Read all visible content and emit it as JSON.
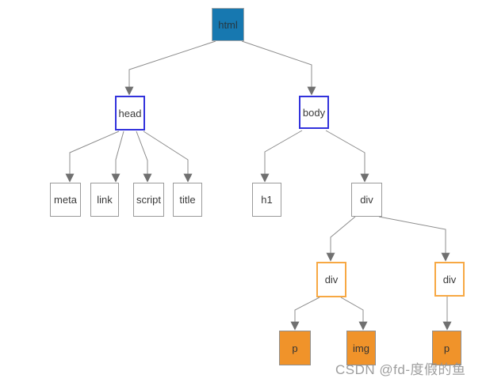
{
  "diagram": {
    "type": "dom-tree",
    "nodes": [
      {
        "id": "html",
        "label": "html",
        "role": "root"
      },
      {
        "id": "head",
        "label": "head",
        "role": "section"
      },
      {
        "id": "body",
        "label": "body",
        "role": "section"
      },
      {
        "id": "meta",
        "label": "meta",
        "role": "leaf"
      },
      {
        "id": "link",
        "label": "link",
        "role": "leaf"
      },
      {
        "id": "script",
        "label": "script",
        "role": "leaf"
      },
      {
        "id": "title",
        "label": "title",
        "role": "leaf"
      },
      {
        "id": "h1",
        "label": "h1",
        "role": "leaf"
      },
      {
        "id": "div",
        "label": "div",
        "role": "container"
      },
      {
        "id": "div-left",
        "label": "div",
        "role": "sub-container"
      },
      {
        "id": "div-right",
        "label": "div",
        "role": "sub-container"
      },
      {
        "id": "p-left",
        "label": "p",
        "role": "content-leaf"
      },
      {
        "id": "img",
        "label": "img",
        "role": "content-leaf"
      },
      {
        "id": "p-right",
        "label": "p",
        "role": "content-leaf"
      }
    ],
    "edges": [
      [
        "html",
        "head"
      ],
      [
        "html",
        "body"
      ],
      [
        "head",
        "meta"
      ],
      [
        "head",
        "link"
      ],
      [
        "head",
        "script"
      ],
      [
        "head",
        "title"
      ],
      [
        "body",
        "h1"
      ],
      [
        "body",
        "div"
      ],
      [
        "div",
        "div-left"
      ],
      [
        "div",
        "div-right"
      ],
      [
        "div-left",
        "p-left"
      ],
      [
        "div-left",
        "img"
      ],
      [
        "div-right",
        "p-right"
      ]
    ],
    "colors": {
      "root_fill": "#1778b0",
      "section_border": "#3232dc",
      "leaf_border": "#9a9a9a",
      "sub_container_border": "#f7a843",
      "content_leaf_fill": "#f0932a",
      "edge_line": "#8c8c8c",
      "arrowhead": "#707070"
    }
  },
  "watermark": {
    "text": "CSDN @fd-度假的鱼"
  }
}
